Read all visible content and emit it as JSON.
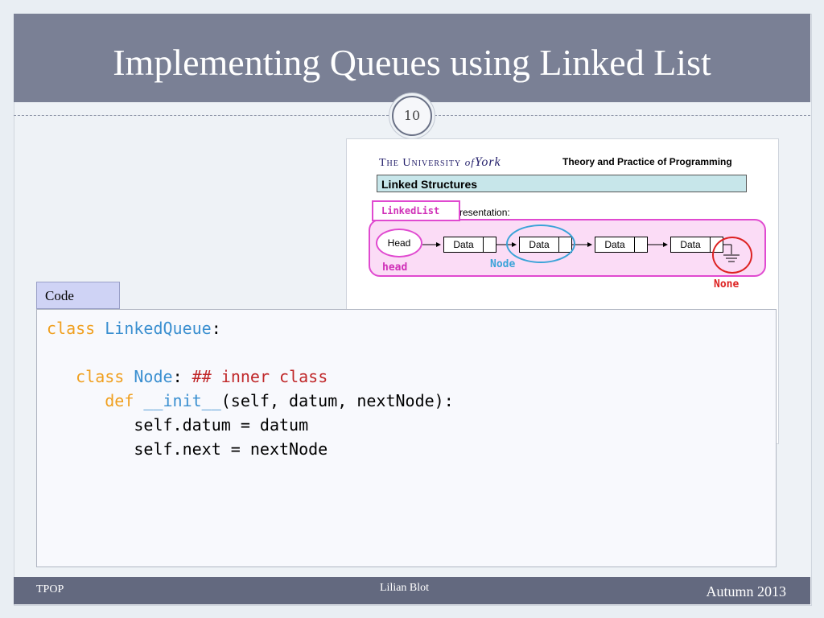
{
  "slide": {
    "title": "Implementing Queues using Linked List",
    "page_number": "10"
  },
  "figure": {
    "university_prefix": "The University",
    "university_of": "of",
    "university_name": "York",
    "course": "Theory and Practice of Programming",
    "section": "Linked Structures",
    "representation_text": "resentation:",
    "linkedlist_label": "LinkedList",
    "head_box": "Head",
    "nodes": [
      "Data",
      "Data",
      "Data",
      "Data"
    ],
    "head_label": "head",
    "node_label": "Node",
    "none_label": "None"
  },
  "code": {
    "tab_label": "Code",
    "kw_class": "class",
    "name_linkedqueue": "LinkedQueue",
    "colon": ":",
    "name_node": "Node",
    "comment": "## inner class",
    "kw_def": "def",
    "name_init": "__init__",
    "params": "(self, datum, nextNode):",
    "line_datum": "self.datum = datum",
    "line_next": "self.next = nextNode"
  },
  "footer": {
    "left": "TPOP",
    "center": "Lilian Blot",
    "right": "Autumn 2013"
  },
  "colors": {
    "title_bar": "#7a8095",
    "footer_bar": "#63697f",
    "keyword": "#f0a020",
    "identifier": "#3a8fd0",
    "comment": "#c0282a",
    "linkedlist_pink": "#e04ad0",
    "node_blue": "#3aa3d8",
    "none_red": "#dd2222"
  }
}
